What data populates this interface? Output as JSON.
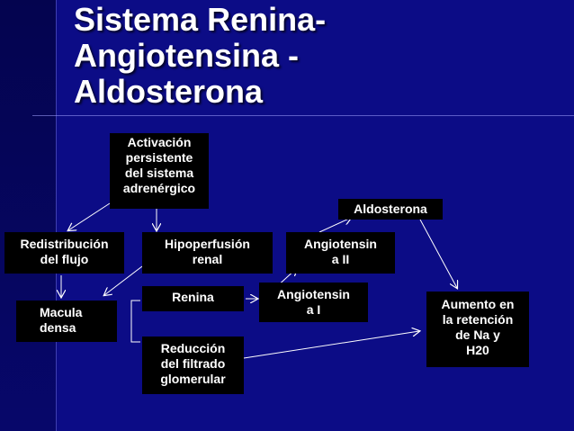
{
  "title": {
    "lines": [
      "Sistema Renina-",
      "Angiotensina -",
      "Aldosterona"
    ]
  },
  "boxes": {
    "activacion": [
      "Activación",
      "persistente",
      "del sistema",
      "adrenérgico"
    ],
    "redistribucion": [
      "Redistribución",
      "del flujo"
    ],
    "hipoperfusion": [
      "Hipoperfusión",
      "renal"
    ],
    "macula": [
      "Macula",
      "densa"
    ],
    "renina": [
      "Renina"
    ],
    "reduccion": [
      "Reducción",
      "del filtrado",
      "glomerular"
    ],
    "angiotensina1": [
      "Angiotensin",
      "a I"
    ],
    "angiotensina2": [
      "Angiotensin",
      "a II"
    ],
    "aldosterona": [
      "Aldosterona"
    ],
    "aumento": [
      "Aumento en",
      "la retención",
      "de Na y",
      "H20"
    ]
  },
  "colors": {
    "background": "#0c0c86",
    "box": "#000000",
    "text": "#ffffff",
    "arrow": "#ffffff"
  }
}
